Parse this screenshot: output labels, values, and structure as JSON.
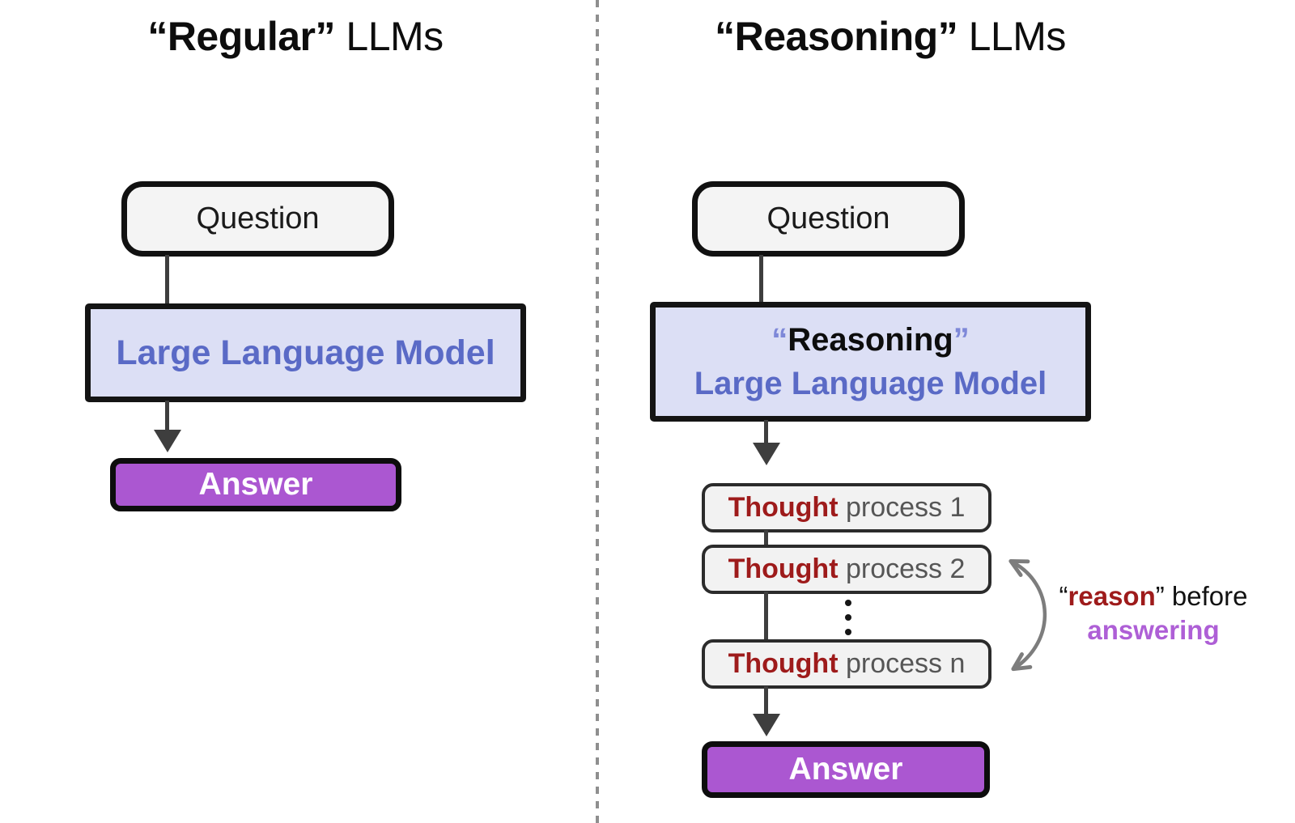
{
  "left_panel": {
    "title_quoted": "“Regular”",
    "title_rest": " LLMs",
    "question_label": "Question",
    "llm_label": "Large Language Model",
    "answer_label": "Answer"
  },
  "right_panel": {
    "title_quoted": "“Reasoning”",
    "title_rest": " LLMs",
    "question_label": "Question",
    "llm_open_quote": "“",
    "llm_word": "Reasoning",
    "llm_close_quote": "”",
    "llm_line2": "Large Language Model",
    "thoughts": [
      {
        "bold": "Thought",
        "rest": " process 1"
      },
      {
        "bold": "Thought",
        "rest": " process 2"
      },
      {
        "bold": "Thought",
        "rest": " process n"
      }
    ],
    "answer_label": "Answer",
    "annotation": {
      "open_quote": "“",
      "reason": "reason",
      "close_quote": "”",
      "before": " before",
      "answering": "answering"
    }
  },
  "icons": {
    "flow_arrow": "arrow-down-icon",
    "ellipsis": "vertical-ellipsis-icon",
    "annotation_arrow": "curved-double-headed-arrow-icon"
  },
  "colors": {
    "lavender_fill": "#dcdff5",
    "periwinkle_text": "#5a6ac6",
    "quote_periwinkle": "#7e88d8",
    "purple_fill": "#ab57d1",
    "purple_text": "#ae5fd6",
    "dark_red": "#9e1b1b",
    "process_gray": "#565656",
    "box_fill_gray": "#f2f2f2",
    "connector_gray": "#3e3e3e",
    "annotation_arrow_gray": "#7d7d7d",
    "divider_gray": "#8f8f8f"
  }
}
